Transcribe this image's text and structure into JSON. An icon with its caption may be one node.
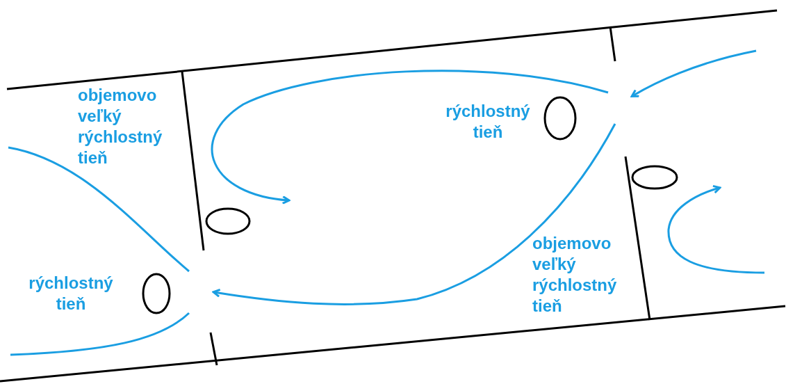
{
  "diagram": {
    "labels": [
      "objemovo veľký rýchlostný tieň",
      "rýchlostný tieň",
      "objemovo veľký rýchlostný tieň",
      "rýchlostný tieň"
    ]
  }
}
